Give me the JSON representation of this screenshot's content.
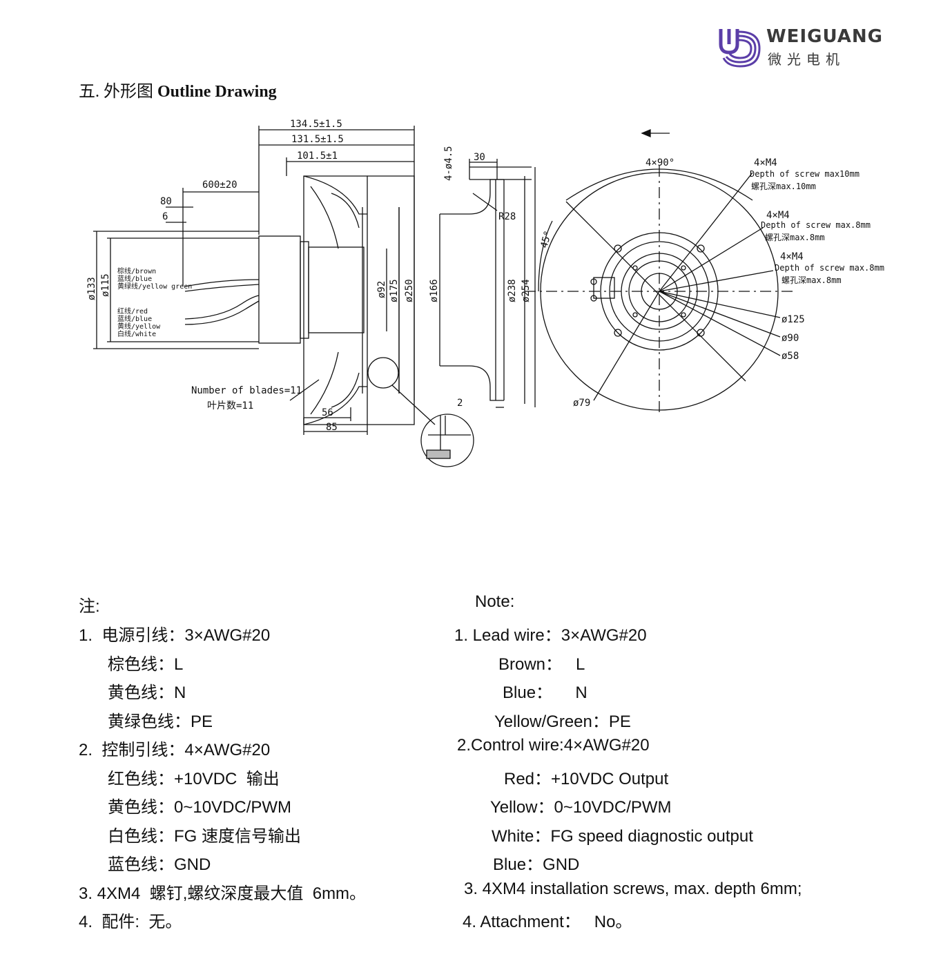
{
  "logo": {
    "brand": "WEIGUANG",
    "brand_cn": "微光电机"
  },
  "section": {
    "title_cn": "五. 外形图 ",
    "title_en": "Outline Drawing"
  },
  "drawing": {
    "dim_134": "134.5±1.5",
    "dim_131": "131.5±1.5",
    "dim_101": "101.5±1",
    "dim_600": "600±20",
    "dim_80": "80",
    "dim_6": "6",
    "dia_133": "ø133",
    "dia_115": "ø115",
    "dia_92": "ø92",
    "dia_175": "ø175",
    "dia_250": "ø250",
    "dia_166": "ø166",
    "dia_238": "ø238",
    "dia_254": "ø254",
    "dim_4_45": "4-ø4.5",
    "dim_30": "30",
    "r28": "R28",
    "dim_2": "2",
    "dim_56": "56",
    "dim_85": "85",
    "blades_en": "Number of blades=11",
    "blades_cn": "叶片数=11",
    "wire_brown": "棕线/brown",
    "wire_blue": "蓝线/blue",
    "wire_yg": "黄绿线/yellow green",
    "wire_red": "红线/red",
    "wire_blue2": "蓝线/blue",
    "wire_yellow": "黄线/yellow",
    "wire_white": "白线/white",
    "angle_4x90": "4×90°",
    "angle_45": "45°",
    "m4_1": "4×M4",
    "m4_1_depth": "Depth of screw max10mm",
    "m4_1_cn": "螺孔深max.10mm",
    "m4_2": "4×M4",
    "m4_2_depth": "Depth of screw max.8mm",
    "m4_2_cn": "螺孔深max.8mm",
    "m4_3": "4×M4",
    "m4_3_depth": "Depth of screw max.8mm",
    "m4_3_cn": "螺孔深max.8mm",
    "dia_125": "ø125",
    "dia_90": "ø90",
    "dia_58": "ø58",
    "dia_79": "ø79"
  },
  "notes_cn": {
    "heading": "注:",
    "l1": "1.  电源引线：3×AWG#20",
    "l2": "棕色线：L",
    "l3": "黄色线：N",
    "l4": "黄绿色线：PE",
    "l5": "2.  控制引线：4×AWG#20",
    "l6": "红色线：+10VDC  输出",
    "l7": "黄色线：0~10VDC/PWM",
    "l8": "白色线：FG 速度信号输出",
    "l9": "蓝色线：GND",
    "l10": "3. 4XM4  螺钉,螺纹深度最大值  6mm。",
    "l11": "4.  配件:  无。"
  },
  "notes_en": {
    "heading": "Note:",
    "l1": "1. Lead wire：3×AWG#20",
    "l2": "Brown：   L",
    "l3": "Blue：     N",
    "l4": "Yellow/Green：PE",
    "l5": "2.Control wire:4×AWG#20",
    "l6": "Red：+10VDC Output",
    "l7": "Yellow：0~10VDC/PWM",
    "l8": "White：FG speed diagnostic output",
    "l9": "Blue：GND",
    "l10": "3. 4XM4 installation screws, max. depth 6mm;",
    "l11": "4. Attachment：   No。"
  }
}
